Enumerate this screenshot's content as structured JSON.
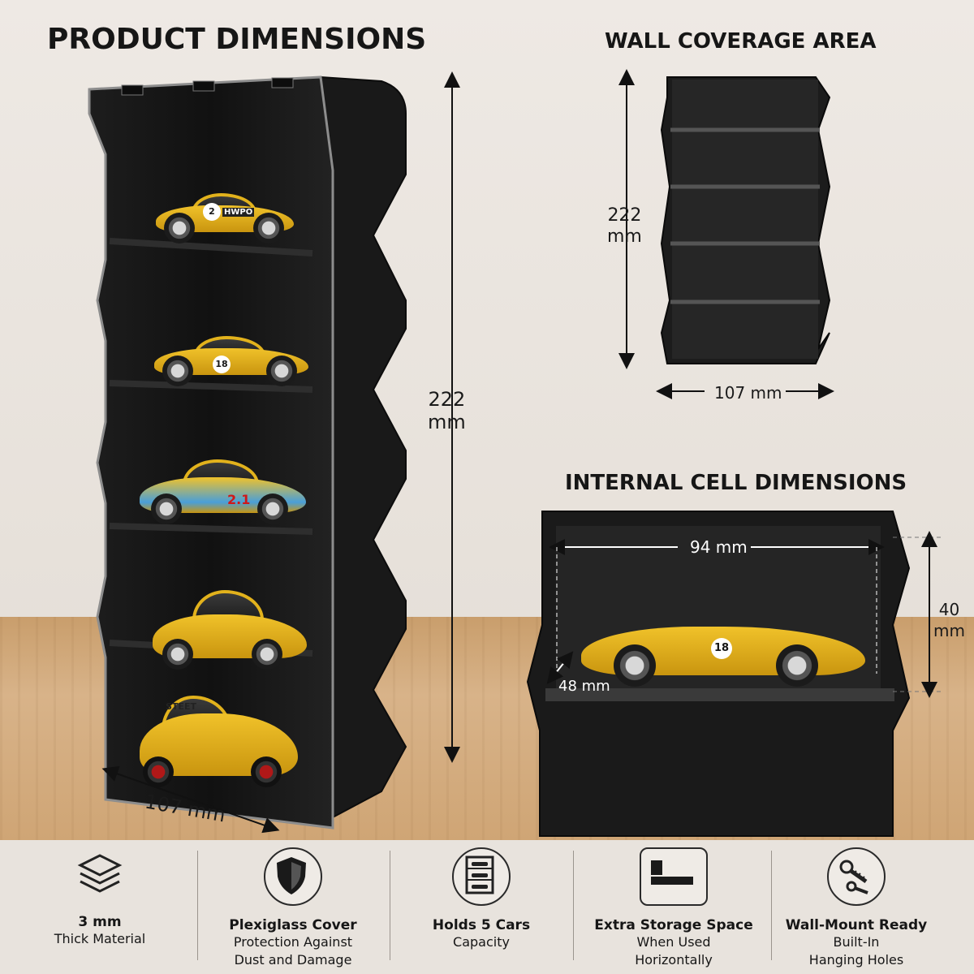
{
  "headings": {
    "product_dimensions": "PRODUCT DIMENSIONS",
    "wall_coverage": "WALL COVERAGE AREA",
    "internal_cell": "INTERNAL CELL DIMENSIONS"
  },
  "dimensions": {
    "product_height_value": "222",
    "product_height_unit": "mm",
    "product_width": "107 mm",
    "wall_height_value": "222",
    "wall_height_unit": "mm",
    "wall_width": "107 mm",
    "cell_width": "94 mm",
    "cell_height_value": "40",
    "cell_height_unit": "mm",
    "cell_depth": "48 mm"
  },
  "car_labels": [
    "2",
    "HWPO",
    "18",
    "2.1",
    "18",
    "STEET"
  ],
  "features": [
    {
      "icon": "layers-icon",
      "title": "3 mm",
      "lines": [
        "Thick Material"
      ]
    },
    {
      "icon": "shield-icon",
      "title": "Plexiglass Cover",
      "lines": [
        "Protection Against",
        "Dust and Damage"
      ]
    },
    {
      "icon": "car-shelf-icon",
      "title": "Holds 5 Cars",
      "lines": [
        "Capacity"
      ]
    },
    {
      "icon": "horizontal-storage-icon",
      "title": "Extra Storage Space",
      "lines": [
        "When Used",
        "Horizontally"
      ]
    },
    {
      "icon": "screw-icon",
      "title": "Wall-Mount Ready",
      "lines": [
        "Built-In",
        "Hanging Holes"
      ]
    }
  ],
  "colors": {
    "accent_yellow": "#e9b81e",
    "case_black": "#151515",
    "background": "#e9e4de",
    "table_wood": "#d2a878"
  }
}
